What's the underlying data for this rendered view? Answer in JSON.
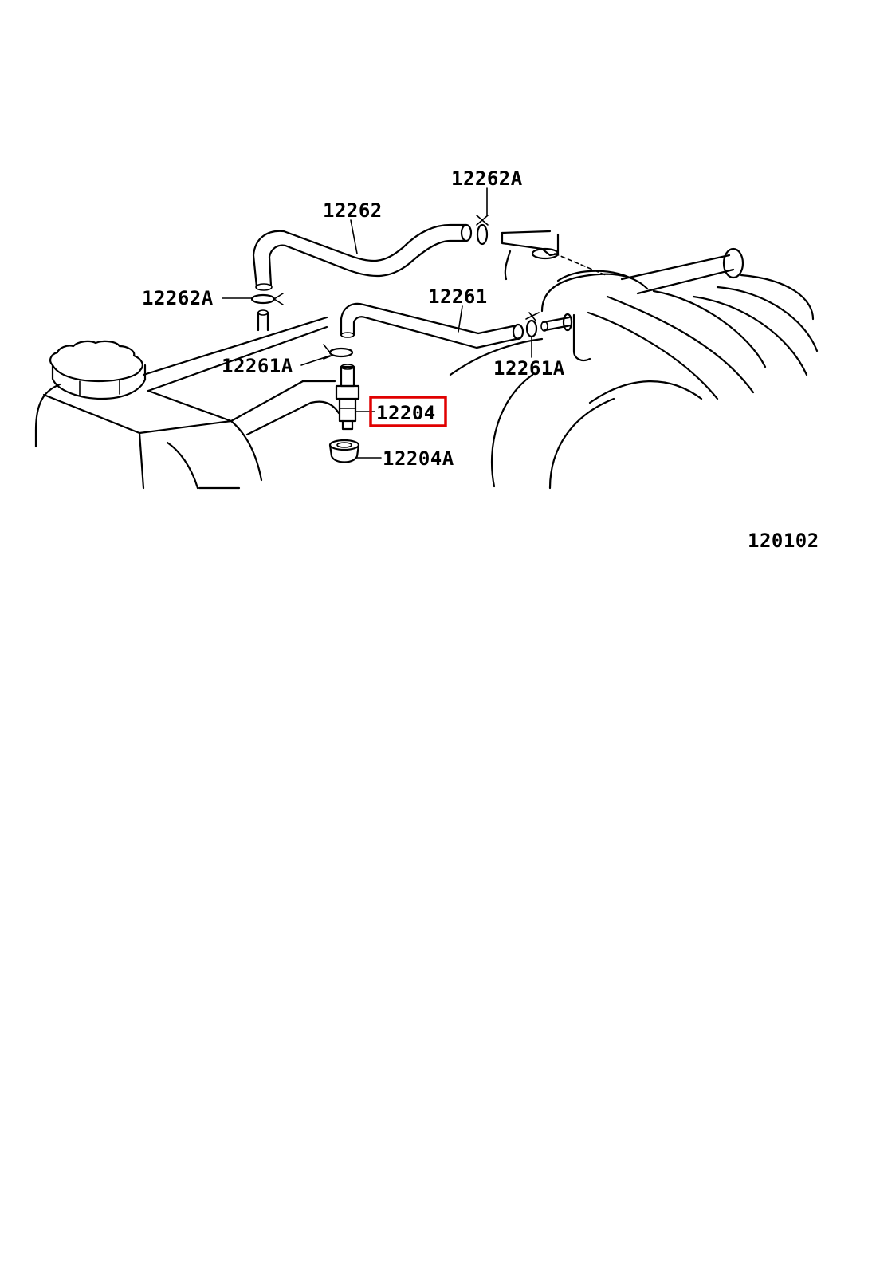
{
  "diagram": {
    "parts": [
      {
        "id": "p1",
        "label": "12262A"
      },
      {
        "id": "p2",
        "label": "12262"
      },
      {
        "id": "p3",
        "label": "12262A"
      },
      {
        "id": "p4",
        "label": "12261"
      },
      {
        "id": "p5",
        "label": "12261A"
      },
      {
        "id": "p6",
        "label": "12261A"
      },
      {
        "id": "p7",
        "label": "12204"
      },
      {
        "id": "p8",
        "label": "12204A"
      }
    ],
    "highlighted_part": "12204",
    "figure_number": "120102",
    "colors": {
      "line": "#000000",
      "highlight": "#e00000",
      "background": "#ffffff"
    }
  }
}
